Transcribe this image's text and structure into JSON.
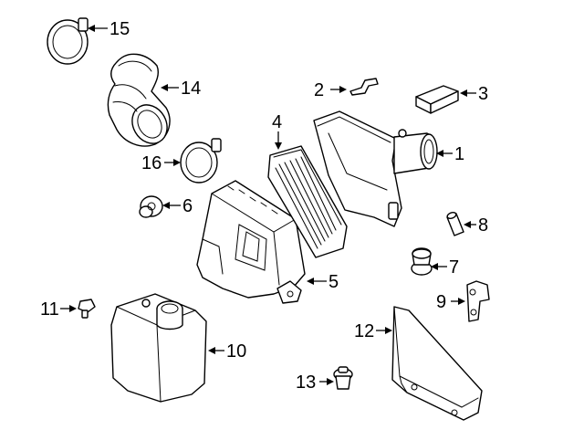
{
  "callouts": {
    "c1": "1",
    "c2": "2",
    "c3": "3",
    "c4": "4",
    "c5": "5",
    "c6": "6",
    "c7": "7",
    "c8": "8",
    "c9": "9",
    "c10": "10",
    "c11": "11",
    "c12": "12",
    "c13": "13",
    "c14": "14",
    "c15": "15",
    "c16": "16"
  },
  "colors": {
    "line": "#000000",
    "background": "#ffffff"
  }
}
